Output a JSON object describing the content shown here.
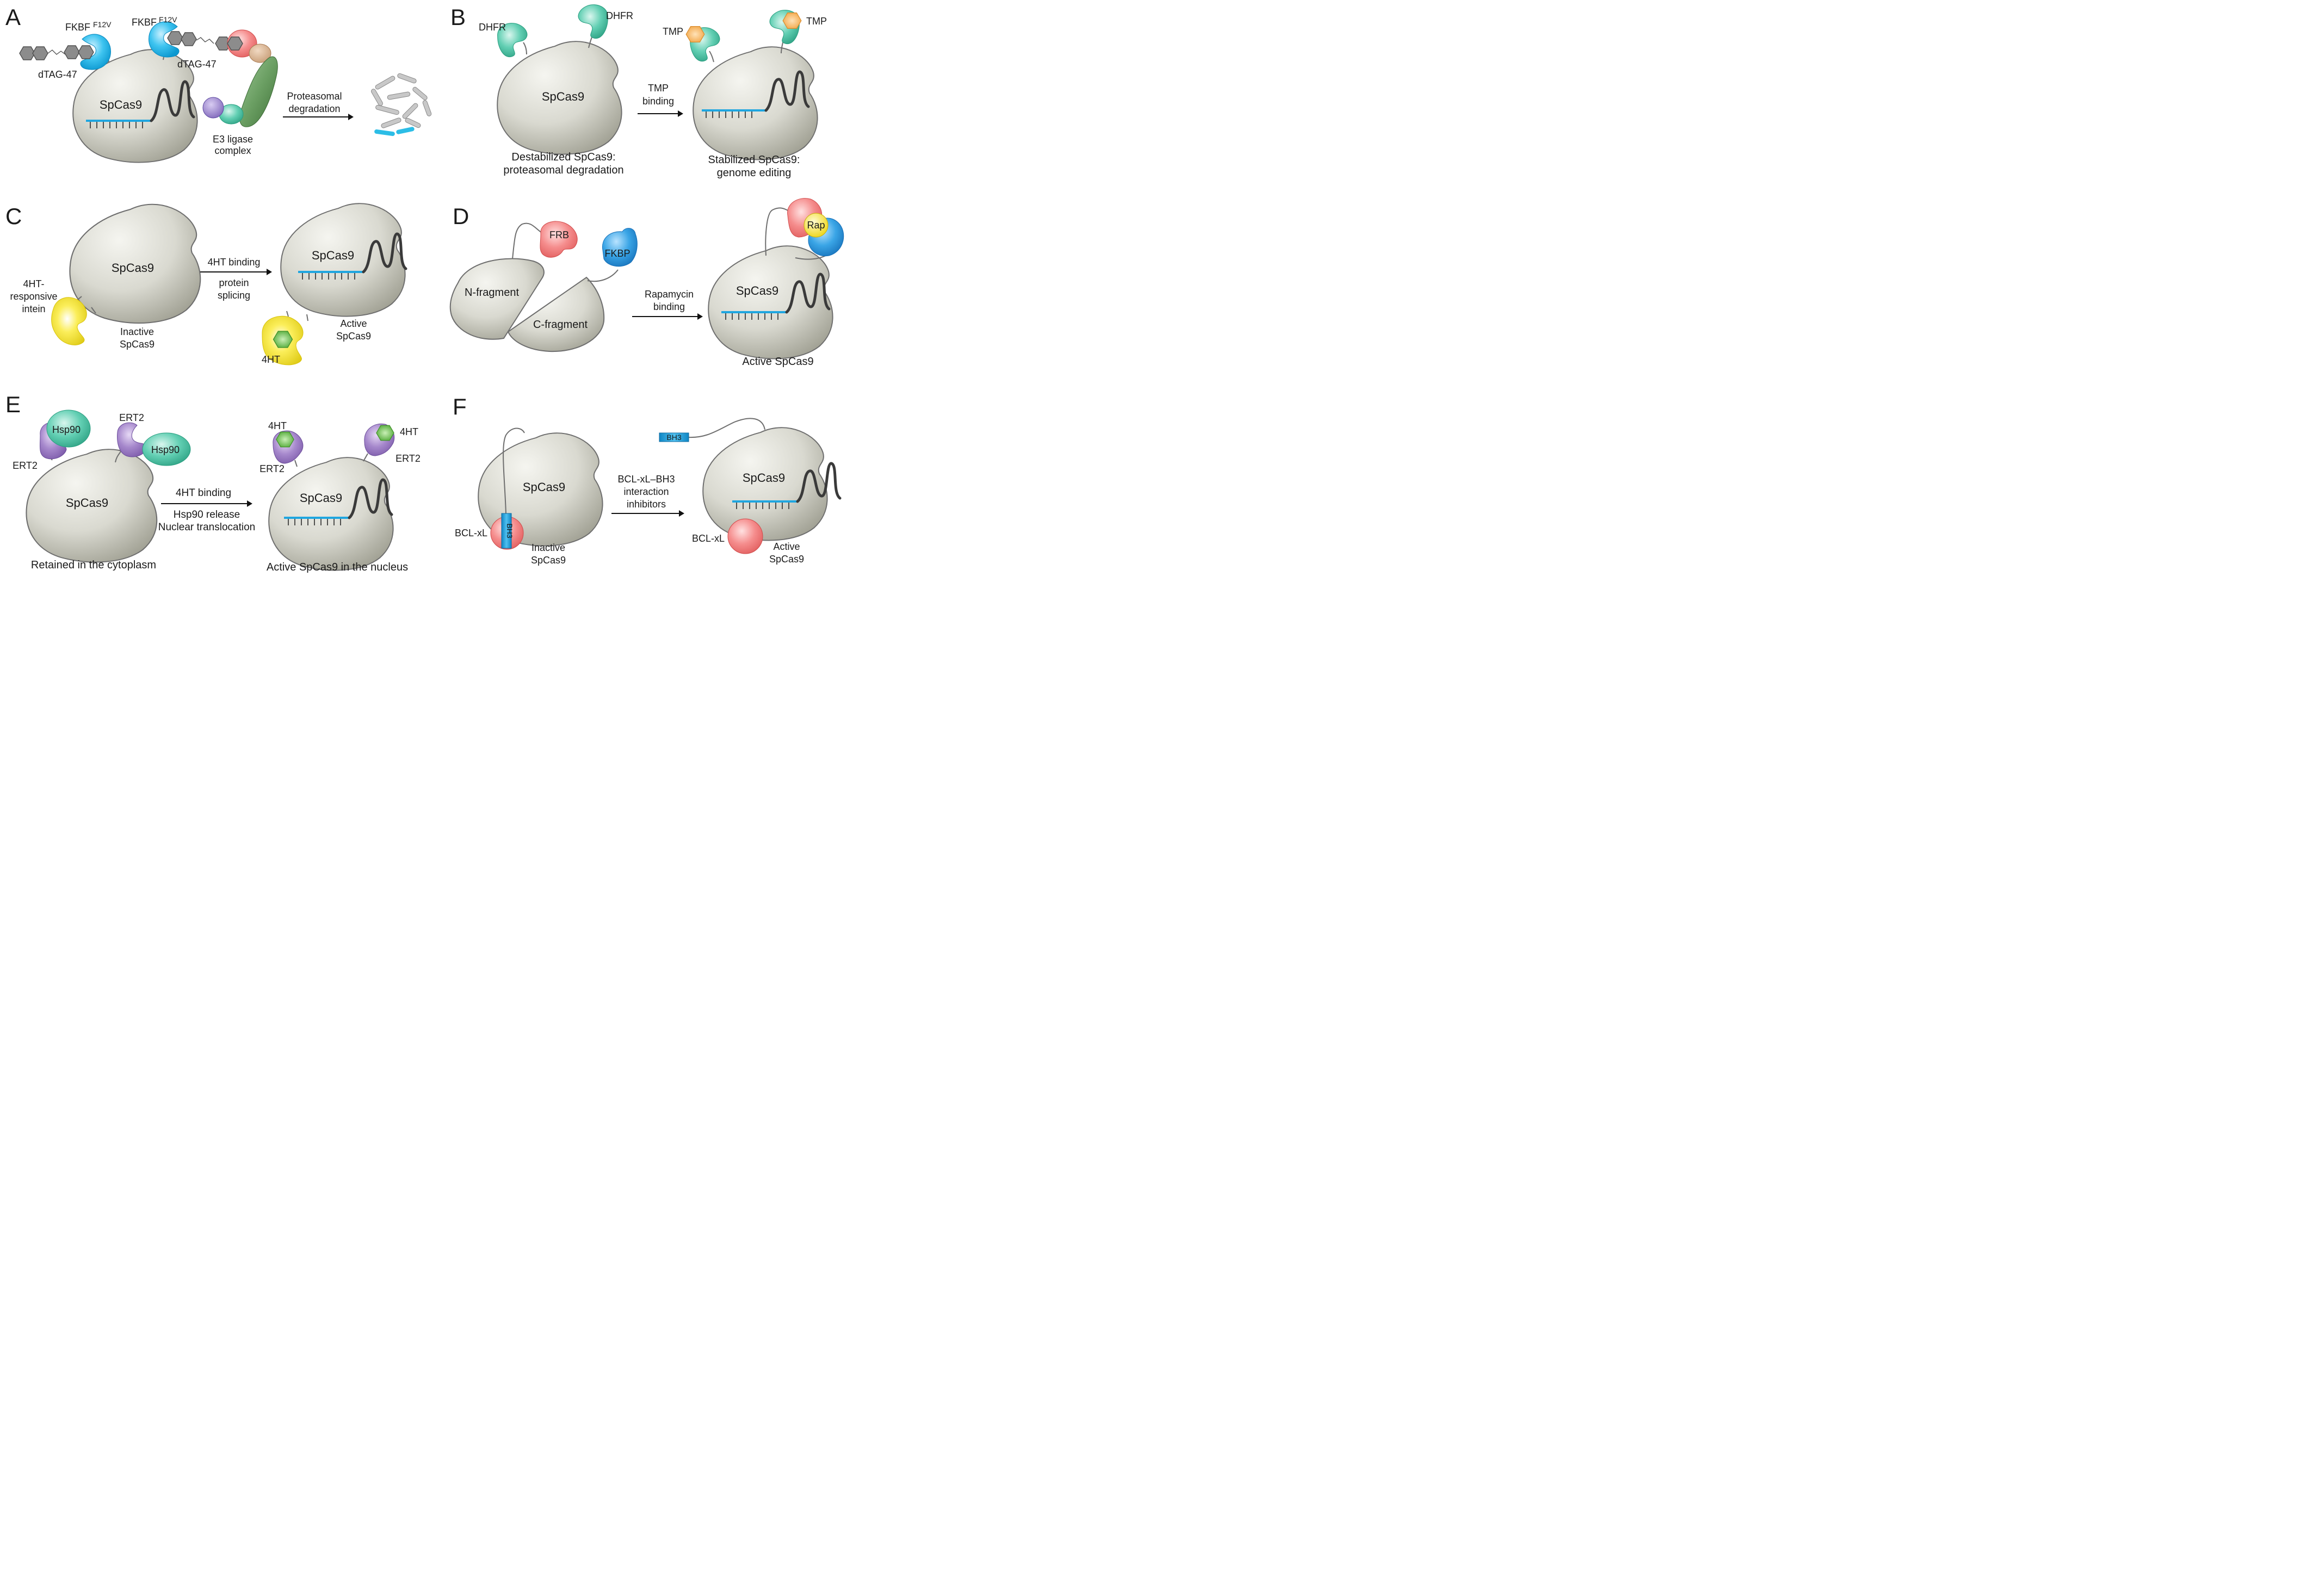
{
  "panels": {
    "a": {
      "letter": "A",
      "protein": "SpCas9",
      "fkbp_left": "FKBF",
      "fkbp_left_sup": "F12V",
      "fkbp_right": "FKBF",
      "fkbp_right_sup": "F12V",
      "dtag_left": "dTAG-47",
      "dtag_right": "dTAG-47",
      "e3_line1": "E3 ligase",
      "e3_line2": "complex",
      "arrow_line1": "Proteasomal",
      "arrow_line2": "degradation"
    },
    "b": {
      "letter": "B",
      "dhfr_left": "DHFR",
      "dhfr_right": "DHFR",
      "protein": "SpCas9",
      "arrow_line1": "TMP",
      "arrow_line2": "binding",
      "tmp_left": "TMP",
      "tmp_right": "TMP",
      "caption_left_line1": "Destabilized SpCas9:",
      "caption_left_line2": "proteasomal degradation",
      "caption_right_line1": "Stabilized SpCas9:",
      "caption_right_line2": "genome editing"
    },
    "c": {
      "letter": "C",
      "protein_left": "SpCas9",
      "intein_line1": "4HT-",
      "intein_line2": "responsive",
      "intein_line3": "intein",
      "inactive_line1": "Inactive",
      "inactive_line2": "SpCas9",
      "arrow_above": "4HT binding",
      "arrow_below_line1": "protein",
      "arrow_below_line2": "splicing",
      "protein_right": "SpCas9",
      "active_line1": "Active",
      "active_line2": "SpCas9",
      "ligand": "4HT"
    },
    "d": {
      "letter": "D",
      "frb": "FRB",
      "fkbp": "FKBP",
      "n_fragment": "N-fragment",
      "c_fragment": "C-fragment",
      "arrow_line1": "Rapamycin",
      "arrow_line2": "binding",
      "rap": "Rap",
      "protein": "SpCas9",
      "caption": "Active SpCas9"
    },
    "e": {
      "letter": "E",
      "hsp_left": "Hsp90",
      "ert_left_top": "ERT2",
      "ert_left_bottom": "ERT2",
      "hsp_right": "Hsp90",
      "protein_left": "SpCas9",
      "arrow_above": "4HT binding",
      "arrow_below_line1": "Hsp90 release",
      "arrow_below_line2": "Nuclear translocation",
      "caption_left": "Retained in the cytoplasm",
      "ligand_left": "4HT",
      "ligand_right": "4HT",
      "ert_right_left": "ERT2",
      "ert_right_right": "ERT2",
      "protein_right": "SpCas9",
      "caption_right": "Active SpCas9 in the nucleus"
    },
    "f": {
      "letter": "F",
      "protein_left": "SpCas9",
      "bclxl_left": "BCL-xL",
      "bh3_left": "BH3",
      "inactive_line1": "Inactive",
      "inactive_line2": "SpCas9",
      "arrow_line1": "BCL-xL–BH3",
      "arrow_line2": "interaction",
      "arrow_line3": "inhibitors",
      "bh3_right": "BH3",
      "protein_right": "SpCas9",
      "bclxl_right": "BCL-xL",
      "active_line1": "Active",
      "active_line2": "SpCas9"
    }
  },
  "colors": {
    "cas9_light": "#f3f3ee",
    "cas9_dark": "#a3a396",
    "guide_rna": "#1fa6e0",
    "fkbp_blue": "#23b7ea",
    "dhfr_teal": "#4cc7a9",
    "tmp_orange": "#f5b25e",
    "intein_yellow": "#f4e41f",
    "ligand_green": "#6cbf4a",
    "frb_red": "#f27c7c",
    "fkbp_dark_blue": "#1e8fd6",
    "ert2_purple": "#9b78c2",
    "hsp90_teal": "#39b596",
    "bclxl_pink": "#f07b7b",
    "e3_green": "#5f9858"
  },
  "icons": {
    "molecule": "hexagon-ring-icon",
    "arrow": "right-arrow-icon"
  }
}
